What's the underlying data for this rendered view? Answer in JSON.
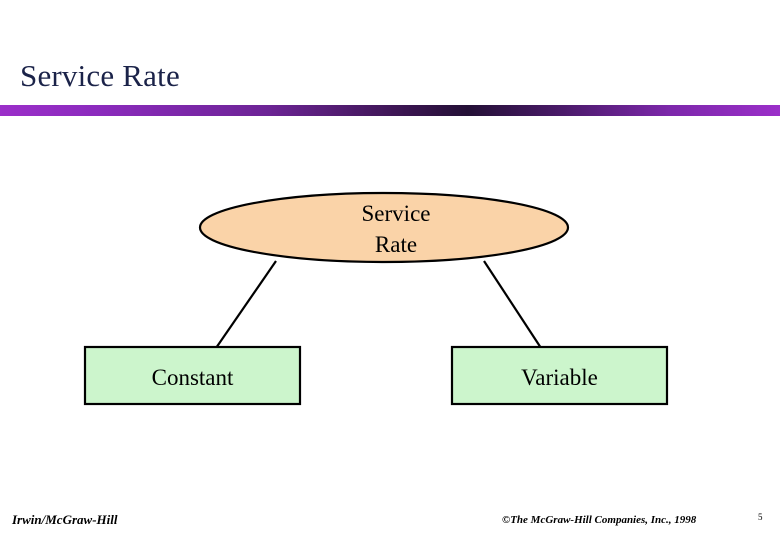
{
  "slide": {
    "title": "Service Rate",
    "title_color": "#1b2349",
    "background_color": "#ffffff",
    "rule_color_light": "#9b2fc9",
    "rule_color_dark": "#241036"
  },
  "diagram": {
    "type": "hierarchy",
    "root": {
      "label_line1": "Service",
      "label_line2": "Rate",
      "shape": "ellipse",
      "fill_color": "#fad3a8",
      "stroke_color": "#000000"
    },
    "children": [
      {
        "label": "Constant",
        "shape": "rectangle",
        "fill_color": "#ccf5cc",
        "stroke_color": "#000000"
      },
      {
        "label": "Variable",
        "shape": "rectangle",
        "fill_color": "#ccf5cc",
        "stroke_color": "#000000"
      }
    ]
  },
  "footer": {
    "brand": "Irwin/McGraw-Hill",
    "copyright": "©The McGraw-Hill Companies, Inc., 1998",
    "page_number": "5"
  }
}
